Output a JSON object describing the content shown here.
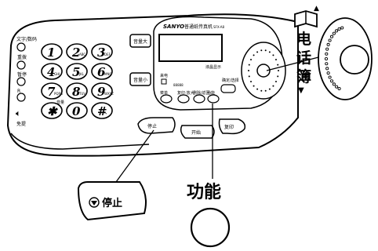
{
  "side_labels": {
    "top": "文字/数码",
    "second": "重拨",
    "third": "暂停",
    "fourth": "R",
    "speaker": "免提"
  },
  "keypad": [
    {
      "digit": "1",
      "sub": ""
    },
    {
      "digit": "2",
      "sub": "ABC"
    },
    {
      "digit": "3",
      "sub": "DEF"
    },
    {
      "digit": "4",
      "sub": "GHI"
    },
    {
      "digit": "5",
      "sub": "JKL"
    },
    {
      "digit": "6",
      "sub": "MNO"
    },
    {
      "digit": "7",
      "sub": "PQRS"
    },
    {
      "digit": "8",
      "sub": "TUV"
    },
    {
      "digit": "9",
      "sub": "WXYZ"
    },
    {
      "digit": "✱",
      "sub": "·"
    },
    {
      "digit": "0",
      "sub": ""
    },
    {
      "digit": "#",
      "sub": "→"
    }
  ],
  "pad_marker": "音量",
  "brand": "SANYO",
  "model_title": "普通纸传真机",
  "model_code": "SFX-A8",
  "volume_up": "音量大",
  "volume_down": "音量小",
  "display_caption": "液晶显示",
  "indicator_label": "来电",
  "indicator_sub": "",
  "number_readout": "88888",
  "func_labels": [
    "菜单",
    "复印·放大",
    "删除/返回",
    "功能"
  ],
  "right_func_label": "确定/选择",
  "main_buttons": [
    "停止",
    "开始",
    "复印"
  ],
  "callout_stop": "停止",
  "callout_function": "功能",
  "phonebook_label": [
    "电",
    "话",
    "簿"
  ],
  "arrow_up": "▲",
  "arrow_down": "▼"
}
